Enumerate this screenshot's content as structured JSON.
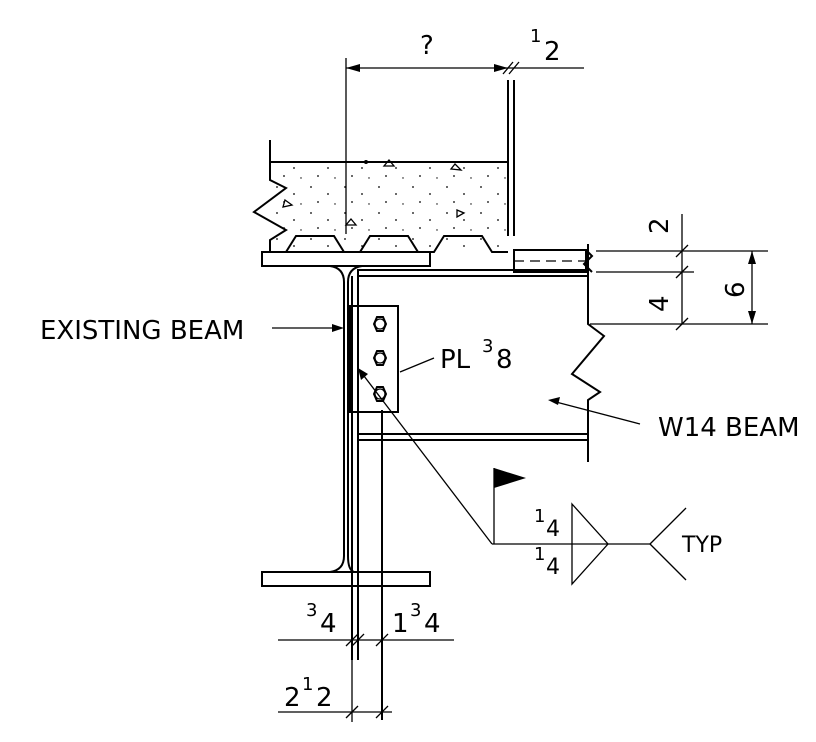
{
  "labels": {
    "existing_beam": "EXISTING BEAM",
    "w14_beam": "W14 BEAM",
    "plate_symbol": "PL",
    "plate_thickness_num": "3",
    "plate_thickness_den": "8",
    "weld_size_top_num": "1",
    "weld_size_top_den": "4",
    "weld_size_bot_num": "1",
    "weld_size_bot_den": "4",
    "weld_note": "TYP"
  },
  "dimensions": {
    "top_width": "?",
    "top_right_num": "1",
    "top_right_den": "2",
    "right_2": "2",
    "right_4": "4",
    "right_6": "6",
    "bottom_left_num": "3",
    "bottom_left_den": "4",
    "bottom_right_whole": "1",
    "bottom_right_num": "3",
    "bottom_right_den": "4",
    "bottom_total_whole": "2",
    "bottom_total_num": "1",
    "bottom_total_den": "2"
  }
}
